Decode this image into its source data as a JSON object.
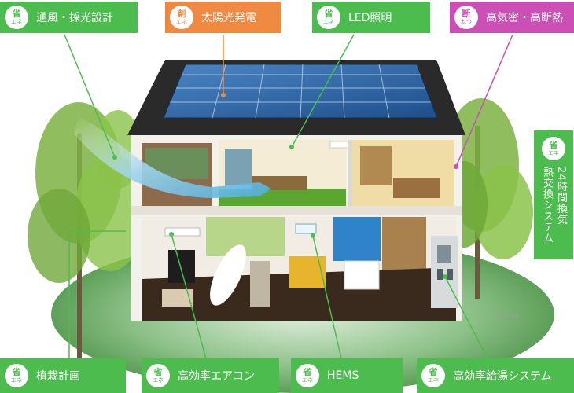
{
  "labels": {
    "ventilation": {
      "badge_kanji": "省",
      "badge_sub": "エネ",
      "text": "通風・採光設計"
    },
    "solar": {
      "badge_kanji": "創",
      "badge_sub": "エネ",
      "text": "太陽光発電"
    },
    "led": {
      "badge_kanji": "省",
      "badge_sub": "エネ",
      "text": "LED照明"
    },
    "insulation": {
      "badge_kanji": "断",
      "badge_sub": "ねつ",
      "text": "高気密・高断熱"
    },
    "heat_exchange": {
      "badge_kanji": "省",
      "badge_sub": "エネ",
      "line1": "24時間換気",
      "line2": "熱交換システム"
    },
    "planting": {
      "badge_kanji": "省",
      "badge_sub": "エネ",
      "text": "植栽計画"
    },
    "aircon": {
      "badge_kanji": "省",
      "badge_sub": "エネ",
      "text": "高効率エアコン"
    },
    "hems": {
      "badge_kanji": "省",
      "badge_sub": "エネ",
      "text": "HEMS"
    },
    "water_heater": {
      "badge_kanji": "省",
      "badge_sub": "エネ",
      "text": "高効率給湯システム"
    }
  },
  "image_credit": "※image",
  "colors": {
    "save_energy": "#4cbc4f",
    "create_energy": "#f08a43",
    "insulation": "#cb4fb4",
    "roof": "#2a2a2a",
    "solar_panel": "#2f6aa8",
    "tree": "#7cb342",
    "lawn": "#3f8a3a"
  }
}
